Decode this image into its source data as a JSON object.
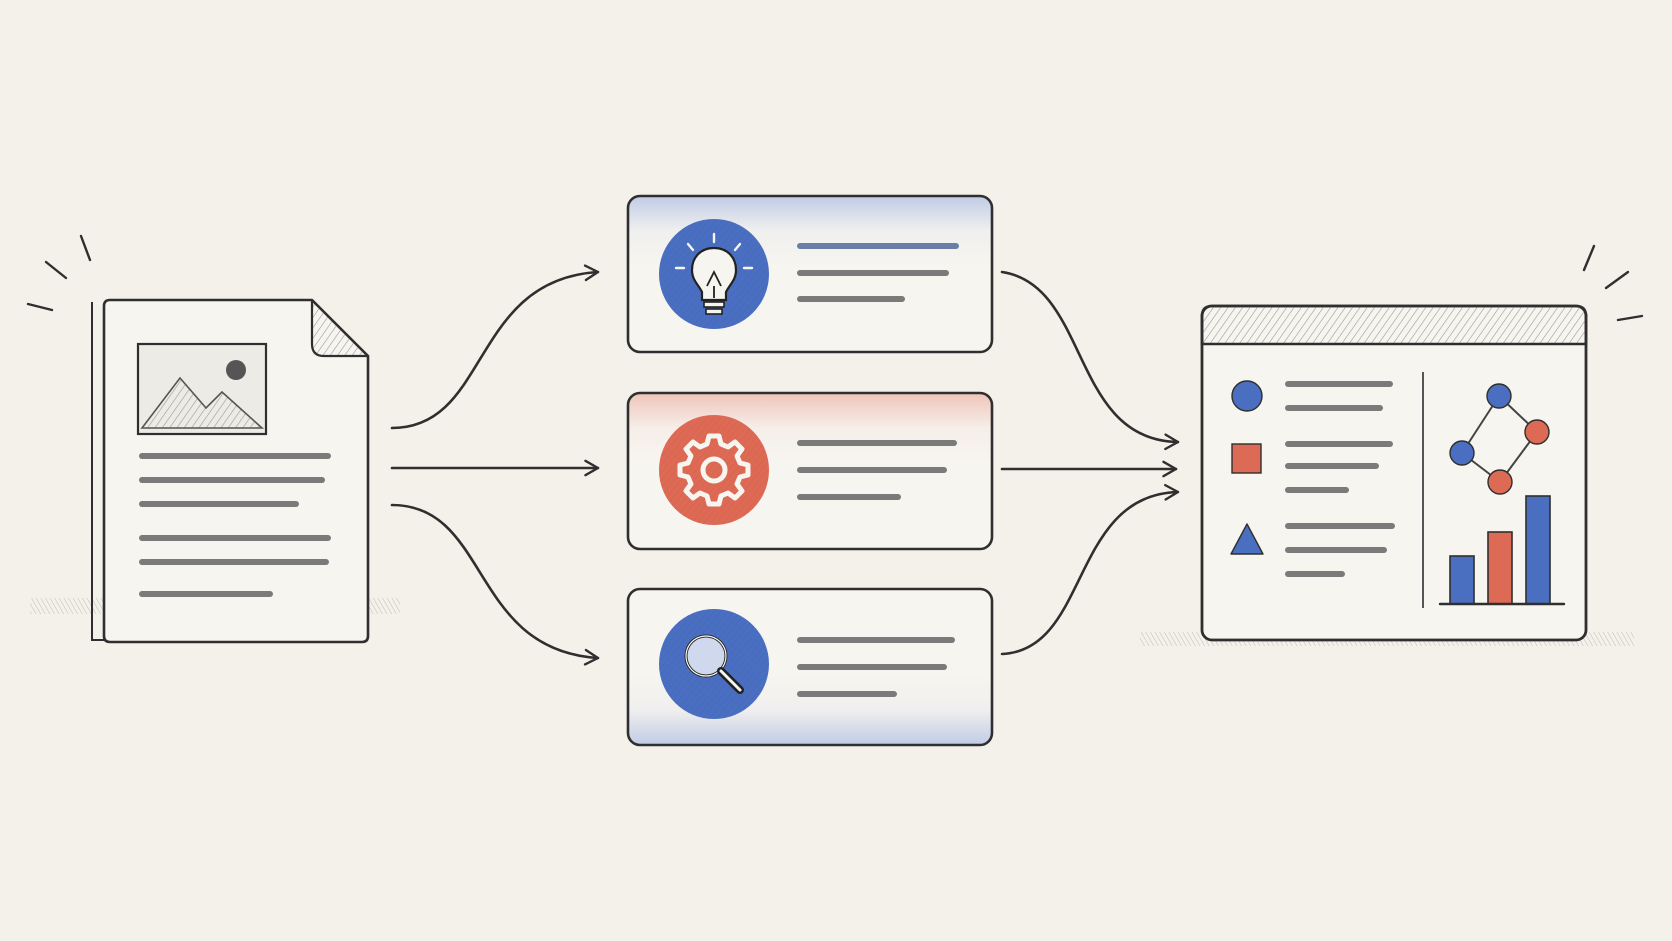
{
  "colors": {
    "background": "#f4f1ea",
    "ink": "#2f2f2f",
    "pencil_gray": "#7a7a7a",
    "blue": "#4a6fc1",
    "red": "#dd6a55",
    "card_fill": "#f7f5f0"
  },
  "source_document": {
    "icons": [
      "image-icon",
      "mountain-icon",
      "sun-icon"
    ],
    "text_line_count": 6
  },
  "process_cards": [
    {
      "id": "idea",
      "accent": "blue",
      "icon": "lightbulb-icon",
      "text_line_count": 3
    },
    {
      "id": "processing",
      "accent": "red",
      "icon": "gear-icon",
      "text_line_count": 3
    },
    {
      "id": "search",
      "accent": "blue",
      "icon": "magnifier-icon",
      "text_line_count": 3
    }
  ],
  "output_dashboard": {
    "legend_icons": [
      "circle-icon",
      "square-icon",
      "triangle-icon"
    ],
    "network_icon": "network-graph-icon",
    "bar_chart": {
      "values": [
        2,
        3,
        4.5
      ],
      "colors": [
        "blue",
        "red",
        "blue"
      ]
    }
  }
}
